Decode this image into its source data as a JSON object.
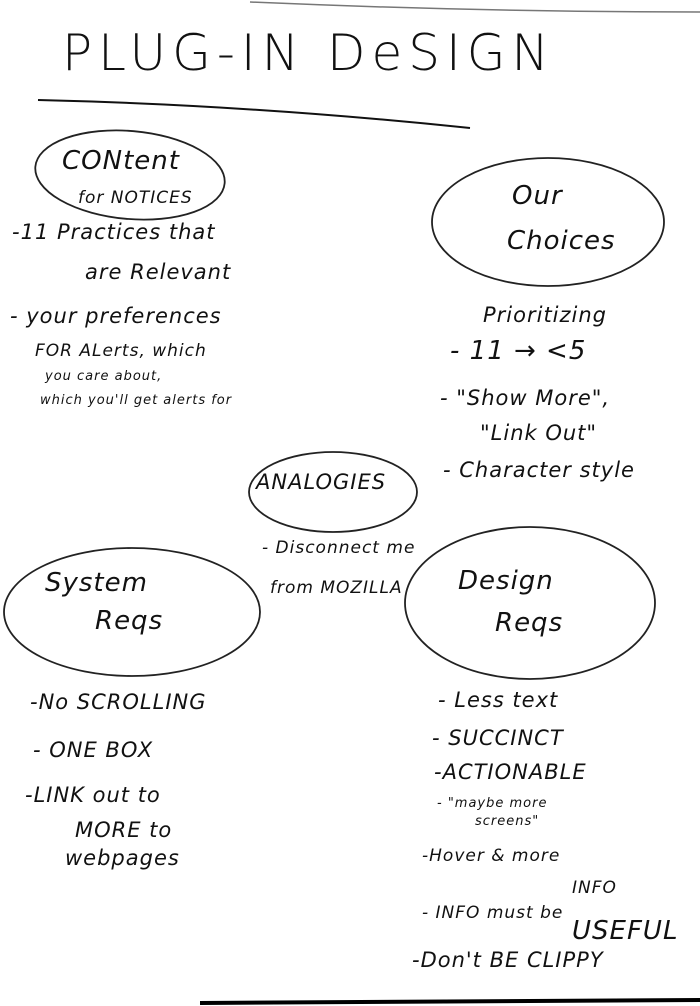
{
  "title": "PLUG-IN DeSIGN",
  "content_for_notices": {
    "heading_line1": "CONtent",
    "heading_line2": "for NOTICES",
    "items": [
      "-11 Practices that",
      "are Relevant",
      "- your preferences",
      "FOR ALerts, which",
      "you care about,",
      "which you'll get alerts for"
    ]
  },
  "our_choices": {
    "heading_line1": "Our",
    "heading_line2": "Choices",
    "items": [
      "Prioritizing",
      "- 11 → <5",
      "- \"Show More\",",
      "\"Link Out\"",
      "- Character style"
    ]
  },
  "analogies": {
    "heading": "ANALOGIES",
    "items": [
      "- Disconnect me",
      "from MOZILLA"
    ]
  },
  "system_reqs": {
    "heading_line1": "System",
    "heading_line2": "Reqs",
    "items": [
      "-No SCROLLING",
      "- ONE BOX",
      "-LINK out to",
      "MORE to",
      "webpages"
    ]
  },
  "design_reqs": {
    "heading_line1": "Design",
    "heading_line2": "Reqs",
    "items": [
      "- Less text",
      "- SUCCINCT",
      "-ACTIONABLE",
      "- \"maybe more",
      "screens\"",
      "-Hover & more",
      "INFO",
      "- INFO must be",
      "USEFUL",
      "-Don't BE CLIPPY"
    ]
  }
}
